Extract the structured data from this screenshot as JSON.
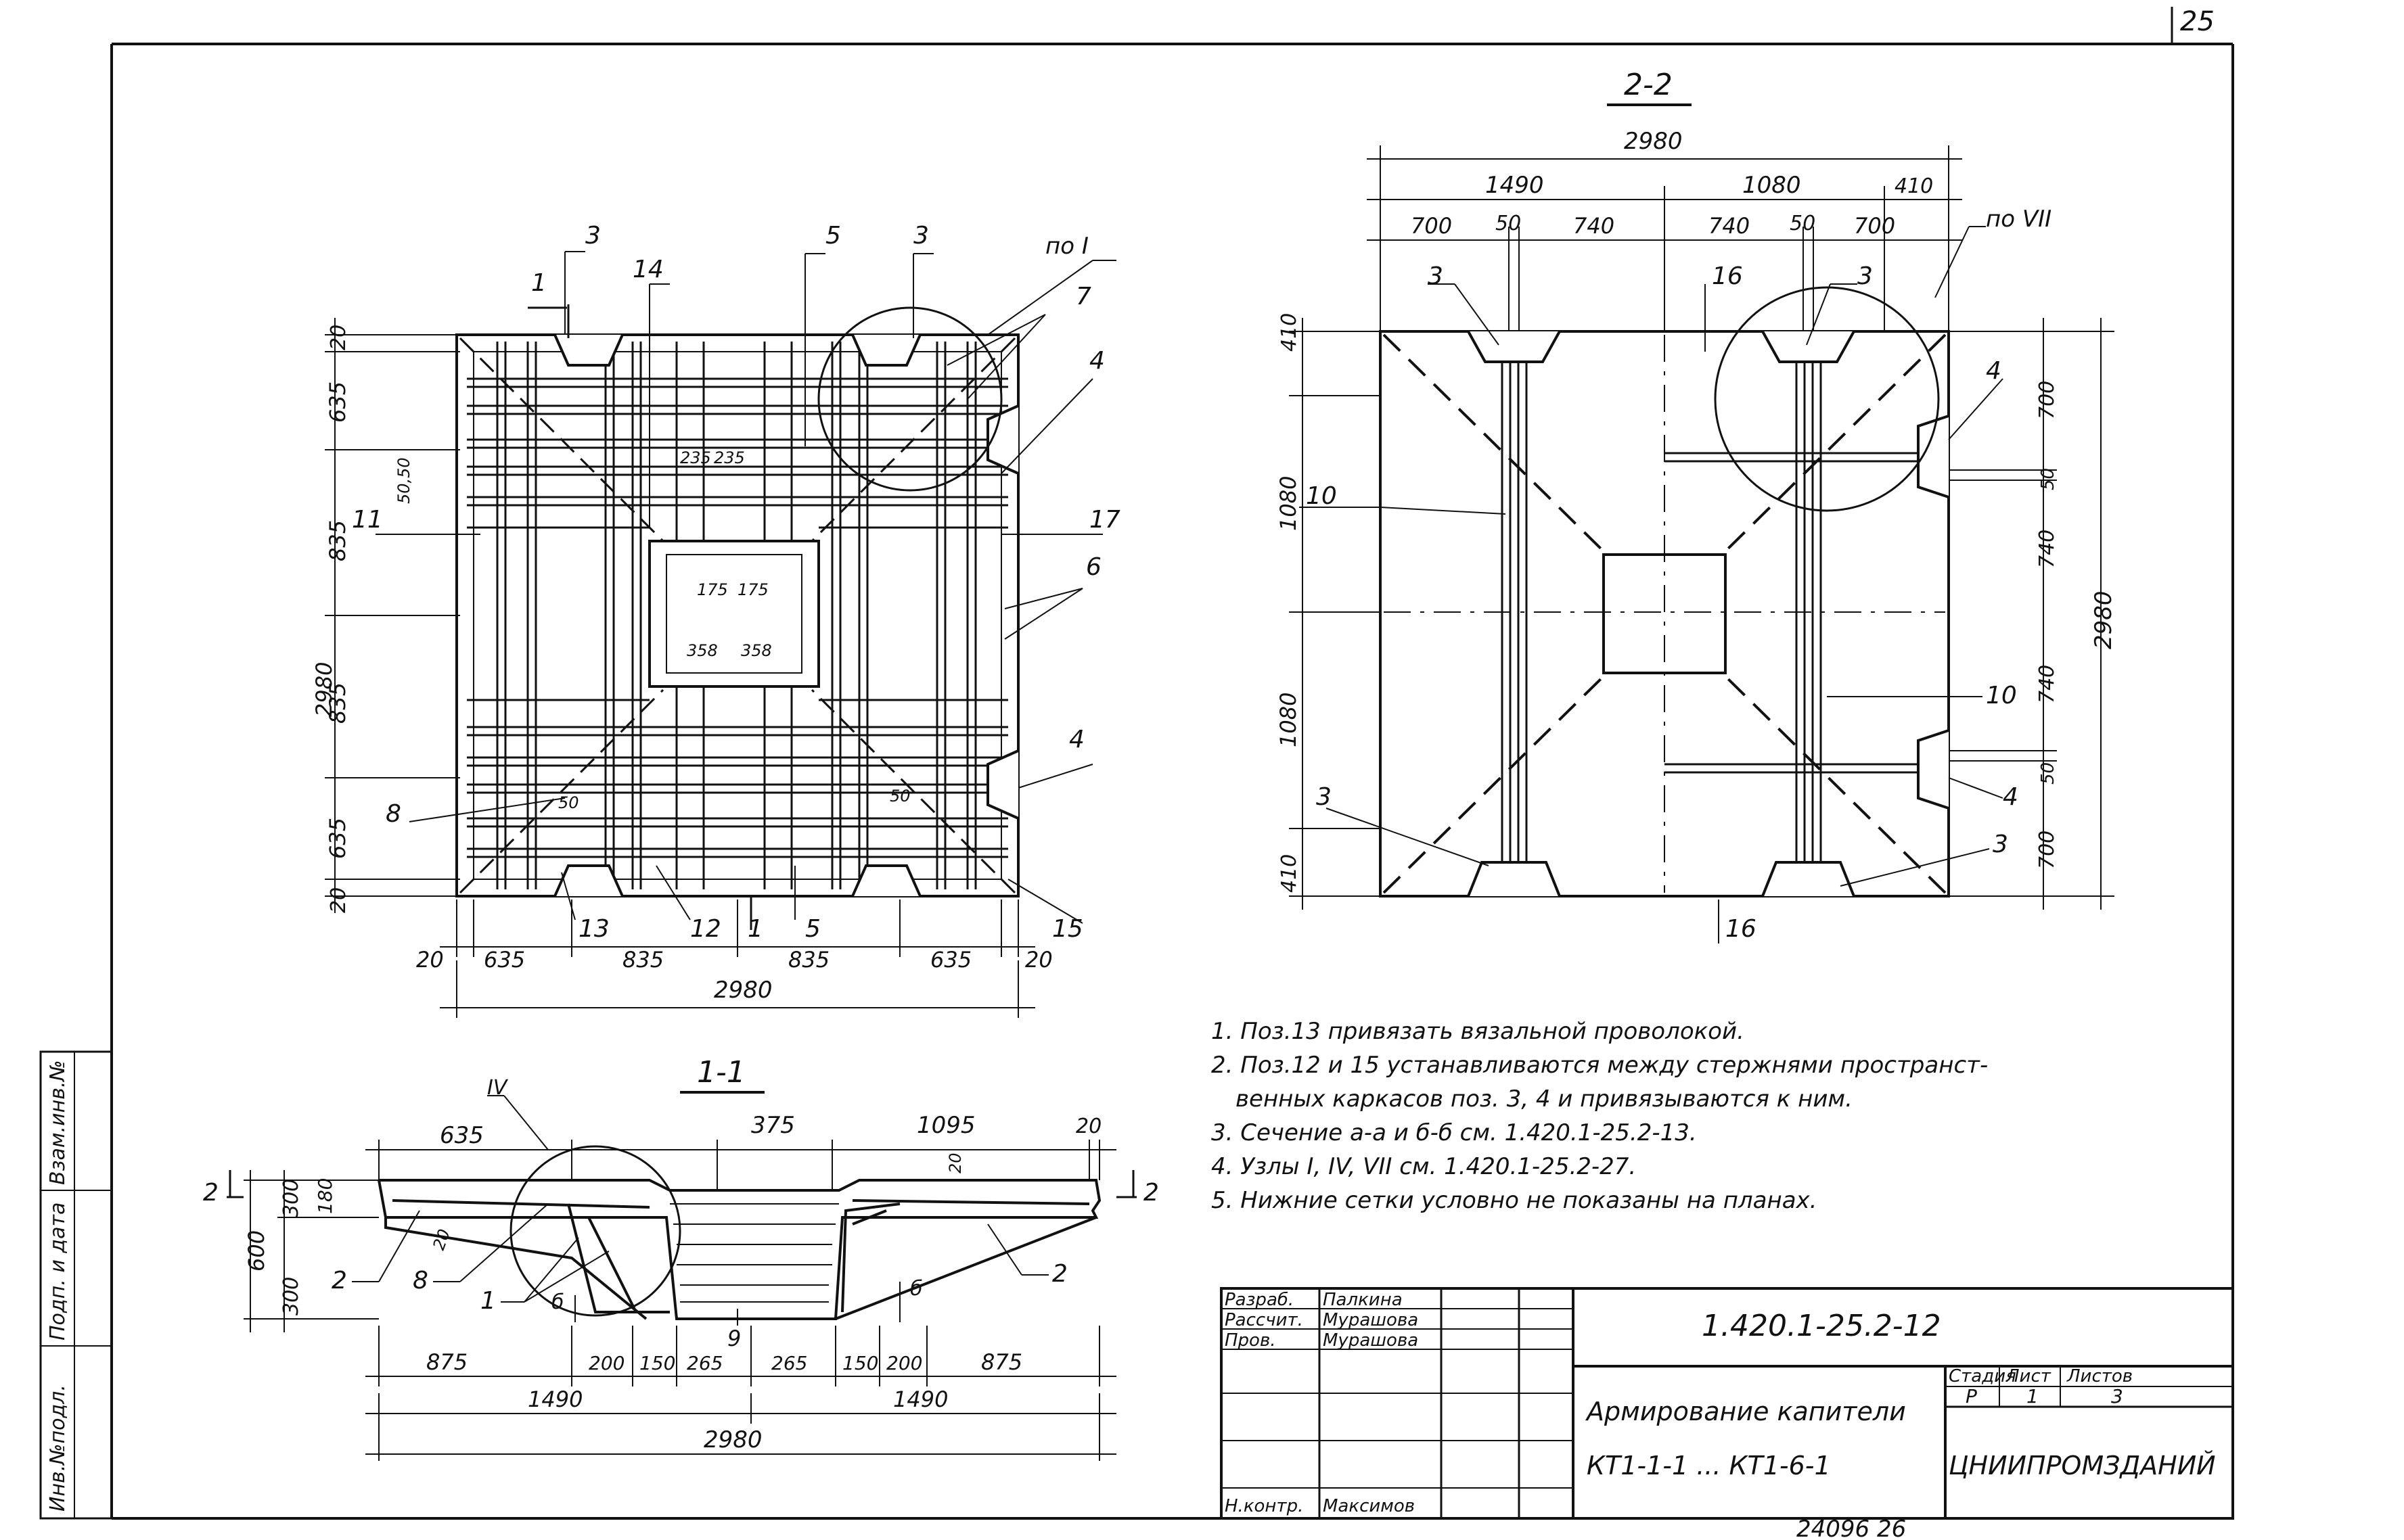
{
  "page_number": "25",
  "footer_code": "24096 26",
  "section_2_2": {
    "title": "2-2",
    "dims_top": {
      "total": "2980",
      "left": "1490",
      "mid": "1080",
      "right": "410",
      "sub": [
        "700",
        "50",
        "740",
        "740",
        "50",
        "700"
      ]
    },
    "dims_left": [
      "410",
      "1080",
      "1080",
      "410"
    ],
    "dims_right": {
      "total": "2980",
      "parts": [
        "700",
        "50",
        "740",
        "740",
        "50",
        "700"
      ]
    },
    "node_label": "по VII",
    "labels": [
      "3",
      "3",
      "16",
      "4",
      "10",
      "10",
      "3",
      "3",
      "4",
      "16"
    ]
  },
  "plan": {
    "dims_left": {
      "total": "2980",
      "parts": [
        "20",
        "635",
        "835",
        "835",
        "635",
        "20"
      ],
      "small": "50,50"
    },
    "dims_bottom": {
      "total": "2980",
      "parts": [
        "20",
        "635",
        "835",
        "835",
        "635",
        "20"
      ]
    },
    "inner_dims": [
      "235",
      "235",
      "175",
      "175",
      "358",
      "358",
      "50",
      "50"
    ],
    "node_label": "по I",
    "labels": [
      "1",
      "3",
      "14",
      "5",
      "3",
      "7",
      "4",
      "17",
      "6",
      "11",
      "4",
      "8",
      "13",
      "12",
      "1",
      "5",
      "15"
    ]
  },
  "section_1_1": {
    "title": "1-1",
    "node_label": "IV",
    "dims_top": [
      "635",
      "375",
      "1095",
      "20"
    ],
    "dims_left": [
      "180",
      "300",
      "600",
      "300"
    ],
    "dims_bottom": {
      "row1": [
        "875",
        "200",
        "150",
        "265",
        "265",
        "150",
        "200",
        "875"
      ],
      "row2": [
        "1490",
        "1490"
      ],
      "total": "2980"
    },
    "labels": [
      "2",
      "8",
      "1",
      "б",
      "9",
      "б",
      "2",
      "2",
      "2",
      "20",
      "20"
    ]
  },
  "notes": [
    "1. Поз.13 привязать вязальной проволокой.",
    "2. Поз.12 и 15 устанавливаются между стержнями пространст-",
    "венных каркасов поз. 3, 4 и привязываются к ним.",
    "3. Сечение а-а и б-б см. 1.420.1-25.2-13.",
    "4. Узлы I, IV, VII см. 1.420.1-25.2-27.",
    "5. Нижние сетки условно не показаны на планах."
  ],
  "side_stamp": [
    "Инв.№подл.",
    "Подп. и дата",
    "Взам.инв.№"
  ],
  "title_block": {
    "code": "1.420.1-25.2-12",
    "title_line1": "Армирование капители",
    "title_line2": "КТ1-1-1 ... КТ1-6-1",
    "org": "ЦНИИПРОМЗДАНИЙ",
    "stage_header": "Стадия",
    "sheet_header": "Лист",
    "sheets_header": "Листов",
    "stage": "Р",
    "sheet": "1",
    "sheets": "3",
    "roles": [
      {
        "role": "Разраб.",
        "name": "Палкина"
      },
      {
        "role": "Рассчит.",
        "name": "Мурашова"
      },
      {
        "role": "Пров.",
        "name": "Мурашова"
      },
      {
        "role": "",
        "name": ""
      },
      {
        "role": "",
        "name": ""
      },
      {
        "role": "",
        "name": ""
      },
      {
        "role": "Н.контр.",
        "name": "Максимов"
      }
    ]
  }
}
